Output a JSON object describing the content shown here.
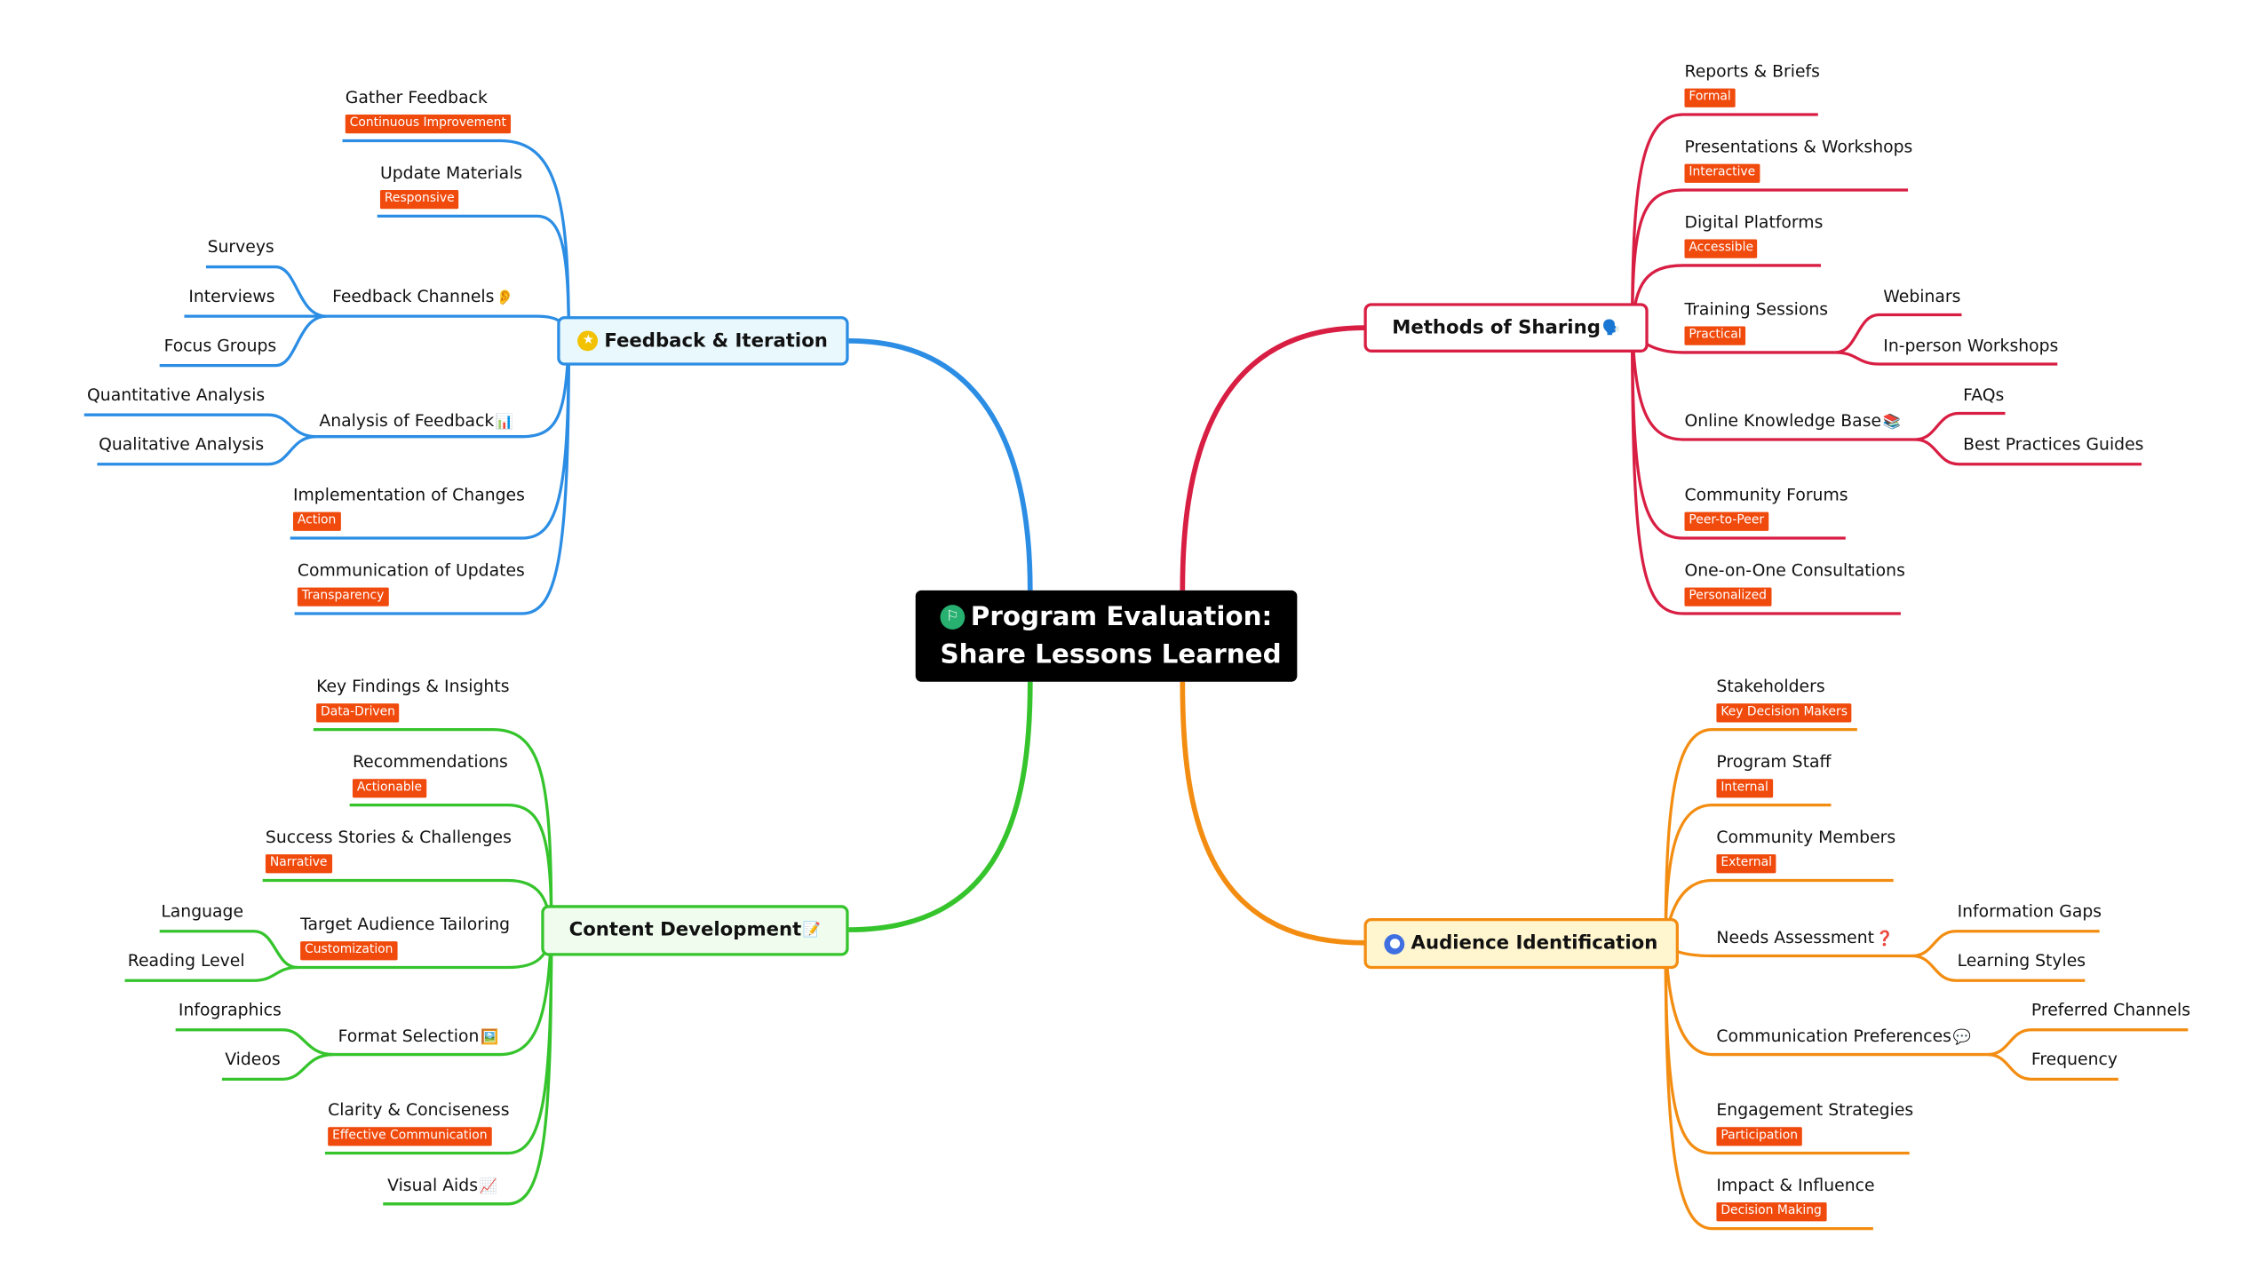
{
  "colors": {
    "feedback": "#2b8de4",
    "sharing": "#d81e43",
    "content": "#35c42c",
    "audience": "#f38d12",
    "tag": "#f04a0c"
  },
  "root": {
    "line1": "Program Evaluation:",
    "line2": "Share Lessons Learned",
    "icon": "flag-icon"
  },
  "feedback": {
    "title": "Feedback & Iteration",
    "icon": "star-icon",
    "gather": {
      "label": "Gather Feedback",
      "tag": "Continuous Improvement"
    },
    "update": {
      "label": "Update Materials",
      "tag": "Responsive"
    },
    "channels": {
      "label": "Feedback Channels",
      "emoji": "👂",
      "children": [
        "Surveys",
        "Interviews",
        "Focus Groups"
      ]
    },
    "analysis": {
      "label": "Analysis of Feedback",
      "emoji": "📊",
      "children": [
        "Quantitative Analysis",
        "Qualitative Analysis"
      ]
    },
    "implementation": {
      "label": "Implementation of Changes",
      "tag": "Action"
    },
    "communication": {
      "label": "Communication of Updates",
      "tag": "Transparency"
    }
  },
  "sharing": {
    "title": "Methods of Sharing",
    "emoji": "🗣️",
    "reports": {
      "label": "Reports & Briefs",
      "tag": "Formal"
    },
    "presentations": {
      "label": "Presentations & Workshops",
      "tag": "Interactive"
    },
    "digital": {
      "label": "Digital Platforms",
      "tag": "Accessible"
    },
    "training": {
      "label": "Training Sessions",
      "tag": "Practical",
      "children": [
        "Webinars",
        "In-person Workshops"
      ]
    },
    "knowledge": {
      "label": "Online Knowledge Base",
      "emoji": "📚",
      "children": [
        "FAQs",
        "Best Practices Guides"
      ]
    },
    "forums": {
      "label": "Community Forums",
      "tag": "Peer-to-Peer"
    },
    "consult": {
      "label": "One-on-One Consultations",
      "tag": "Personalized"
    }
  },
  "content": {
    "title": "Content Development",
    "emoji": "📝",
    "findings": {
      "label": "Key Findings & Insights",
      "tag": "Data-Driven"
    },
    "recommendations": {
      "label": "Recommendations",
      "tag": "Actionable"
    },
    "stories": {
      "label": "Success Stories & Challenges",
      "tag": "Narrative"
    },
    "tailoring": {
      "label": "Target Audience Tailoring",
      "tag": "Customization",
      "children": [
        "Language",
        "Reading Level"
      ]
    },
    "format": {
      "label": "Format Selection",
      "emoji": "🖼️",
      "children": [
        "Infographics",
        "Videos"
      ]
    },
    "clarity": {
      "label": "Clarity & Conciseness",
      "tag": "Effective Communication"
    },
    "visual": {
      "label": "Visual Aids",
      "emoji": "📈"
    }
  },
  "audience": {
    "title": "Audience Identification",
    "icon": "person-icon",
    "stakeholders": {
      "label": "Stakeholders",
      "tag": "Key Decision Makers"
    },
    "staff": {
      "label": "Program Staff",
      "tag": "Internal"
    },
    "community": {
      "label": "Community Members",
      "tag": "External"
    },
    "needs": {
      "label": "Needs Assessment",
      "emoji": "❓",
      "children": [
        "Information Gaps",
        "Learning Styles"
      ]
    },
    "preferences": {
      "label": "Communication Preferences",
      "emoji": "💬",
      "children": [
        "Preferred Channels",
        "Frequency"
      ]
    },
    "engagement": {
      "label": "Engagement Strategies",
      "tag": "Participation"
    },
    "impact": {
      "label": "Impact & Influence",
      "tag": "Decision Making"
    }
  }
}
